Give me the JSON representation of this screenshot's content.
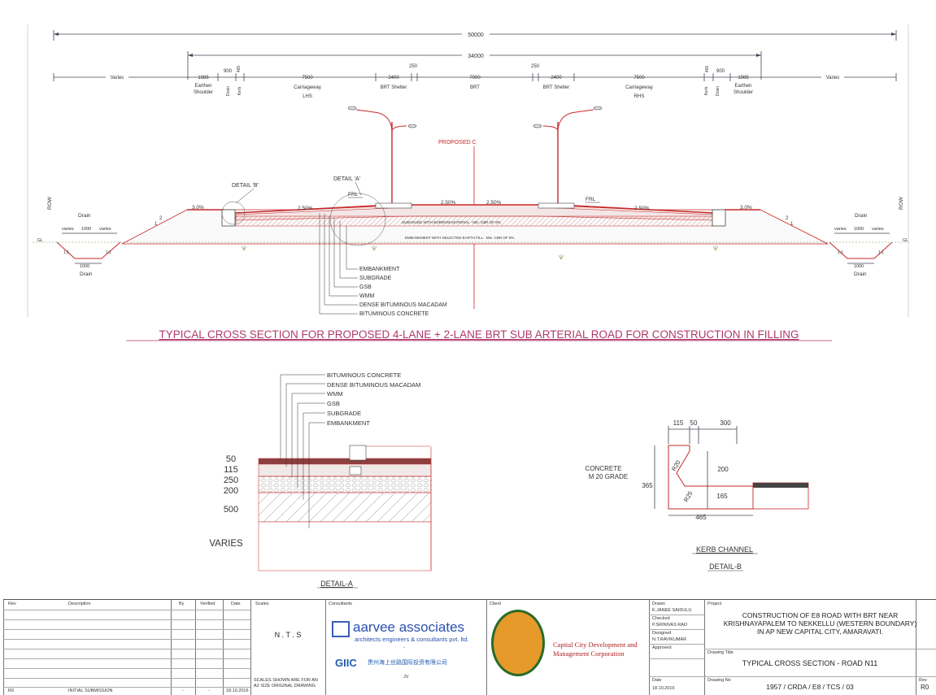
{
  "overall": {
    "total_width": "50000",
    "row_width": "34000",
    "varies_left": "Varies",
    "varies_right": "Varies",
    "segments": [
      {
        "value": "1985",
        "label1": "Earthen",
        "label2": "Shoulder"
      },
      {
        "value": "900",
        "label1": "Drain",
        "label2": ""
      },
      {
        "value": "465",
        "label1": "Kerb",
        "label2": ""
      },
      {
        "value": "7500",
        "label1": "Carriageway",
        "label2": "LHS"
      },
      {
        "value": "2400",
        "label1": "BRT Shelter",
        "label2": ""
      },
      {
        "value": "250",
        "label1": "",
        "label2": ""
      },
      {
        "value": "7000",
        "label1": "BRT",
        "label2": ""
      },
      {
        "value": "250",
        "label1": "",
        "label2": ""
      },
      {
        "value": "2400",
        "label1": "BRT Shelter",
        "label2": ""
      },
      {
        "value": "7500",
        "label1": "Carriageway",
        "label2": "RHS"
      },
      {
        "value": "465",
        "label1": "Kerb",
        "label2": ""
      },
      {
        "value": "900",
        "label1": "Drain",
        "label2": ""
      },
      {
        "value": "1985",
        "label1": "Earthen",
        "label2": "Shoulder"
      }
    ]
  },
  "section": {
    "centerline_label": "PROPOSED C",
    "detail_a": "DETAIL 'A'",
    "detail_b": "DETAIL 'B'",
    "frl": "FRL",
    "row": "ROW",
    "gl": "GL",
    "drain": "Drain",
    "varies": "varies",
    "thousand": "1000",
    "slope_3": "3.0%",
    "slope_25": "2.50%",
    "ratio_2": "2",
    "ratio_1": "1",
    "ratio_11": "1:1",
    "subgrade_note": "SUBGRADE WITH BORROW MATERIAL - Min. CBR OF 8%",
    "embankment_note": "EMBANKMENT WITH SELECTED EARTH FILL - Min. CBR OF 8%",
    "layers": [
      "EMBANKMENT",
      "SUBGRADE",
      "GSB",
      "WMM",
      "DENSE BITUMINOUS MACADAM",
      "BITUMINOUS CONCRETE"
    ]
  },
  "main_title": "TYPICAL CROSS SECTION FOR PROPOSED 4-LANE + 2-LANE BRT SUB ARTERIAL ROAD FOR CONSTRUCTION IN FILLING",
  "detail_a": {
    "layers": [
      "BITUMINOUS CONCRETE",
      "DENSE BITUMINOUS MACADAM",
      "WMM",
      "GSB",
      "SUBGRADE",
      "EMBANKMENT"
    ],
    "thicknesses": [
      "50",
      "115",
      "250",
      "200",
      "500"
    ],
    "varies": "VARIES",
    "title": "DETAIL-A"
  },
  "detail_b": {
    "dims_top": [
      "115",
      "50",
      "300"
    ],
    "concrete": "CONCRETE",
    "grade": "M 20 GRADE",
    "dim_365": "365",
    "dim_200": "200",
    "dim_165": "165",
    "dim_465": "465",
    "r20": "R20",
    "r25": "R25",
    "title": "KERB CHANNEL",
    "subtitle": "DETAIL-B"
  },
  "title_block": {
    "headers": {
      "rev": "Rev",
      "description": "Description",
      "by": "By",
      "verified": "Verified",
      "date": "Date",
      "scales": "Scales",
      "consultants": "Consultants",
      "client": "Client",
      "project": "Project"
    },
    "rev_row": {
      "rev": "R0",
      "description": "INITIAL SUBMISSION",
      "by": "-",
      "verified": "-",
      "date": "18.10.2016"
    },
    "scale": "N . T . S",
    "scale_note1": "SCALES SHOWN ARE FOR AN",
    "scale_note2": "A2 SIZE ORIGINAL DRAWING",
    "consultant_name": "aarvee associates",
    "consultant_sub": "architects engineers & consultants pvt. ltd.",
    "dash": "-",
    "giic": "GIIC",
    "giic_cn": "贵州海上丝路国际投资有限公司",
    "jv": "JV",
    "client_name1": "Capital City Development and",
    "client_name2": "Management Corporation",
    "drawn_label": "Drawn",
    "drawn_by": "K.JANEE SAIDULU",
    "checked_label": "Checked",
    "checked_by": "P.SRINIVAS RAO",
    "designed_label": "Designed",
    "designed_by": "N.T.RAVIKUMAR",
    "approved_label": "Approved",
    "date_label": "Date",
    "date": "18.10.2016",
    "project1": "CONSTRUCTION OF E8 ROAD WITH BRT NEAR",
    "project2": "KRISHNAYAPALEM TO NEKKELLU (WESTERN BOUNDARY)",
    "project3": "IN AP NEW CAPITAL CITY, AMARAVATI.",
    "drawing_title_label": "Drawing Title",
    "drawing_title": "TYPICAL CROSS SECTION - ROAD  N11",
    "drawing_no_label": "Drawing No",
    "drawing_no": "1957 / CRDA / E8 / TCS / 03",
    "rev_label": "Rev",
    "rev_value": "R0"
  }
}
